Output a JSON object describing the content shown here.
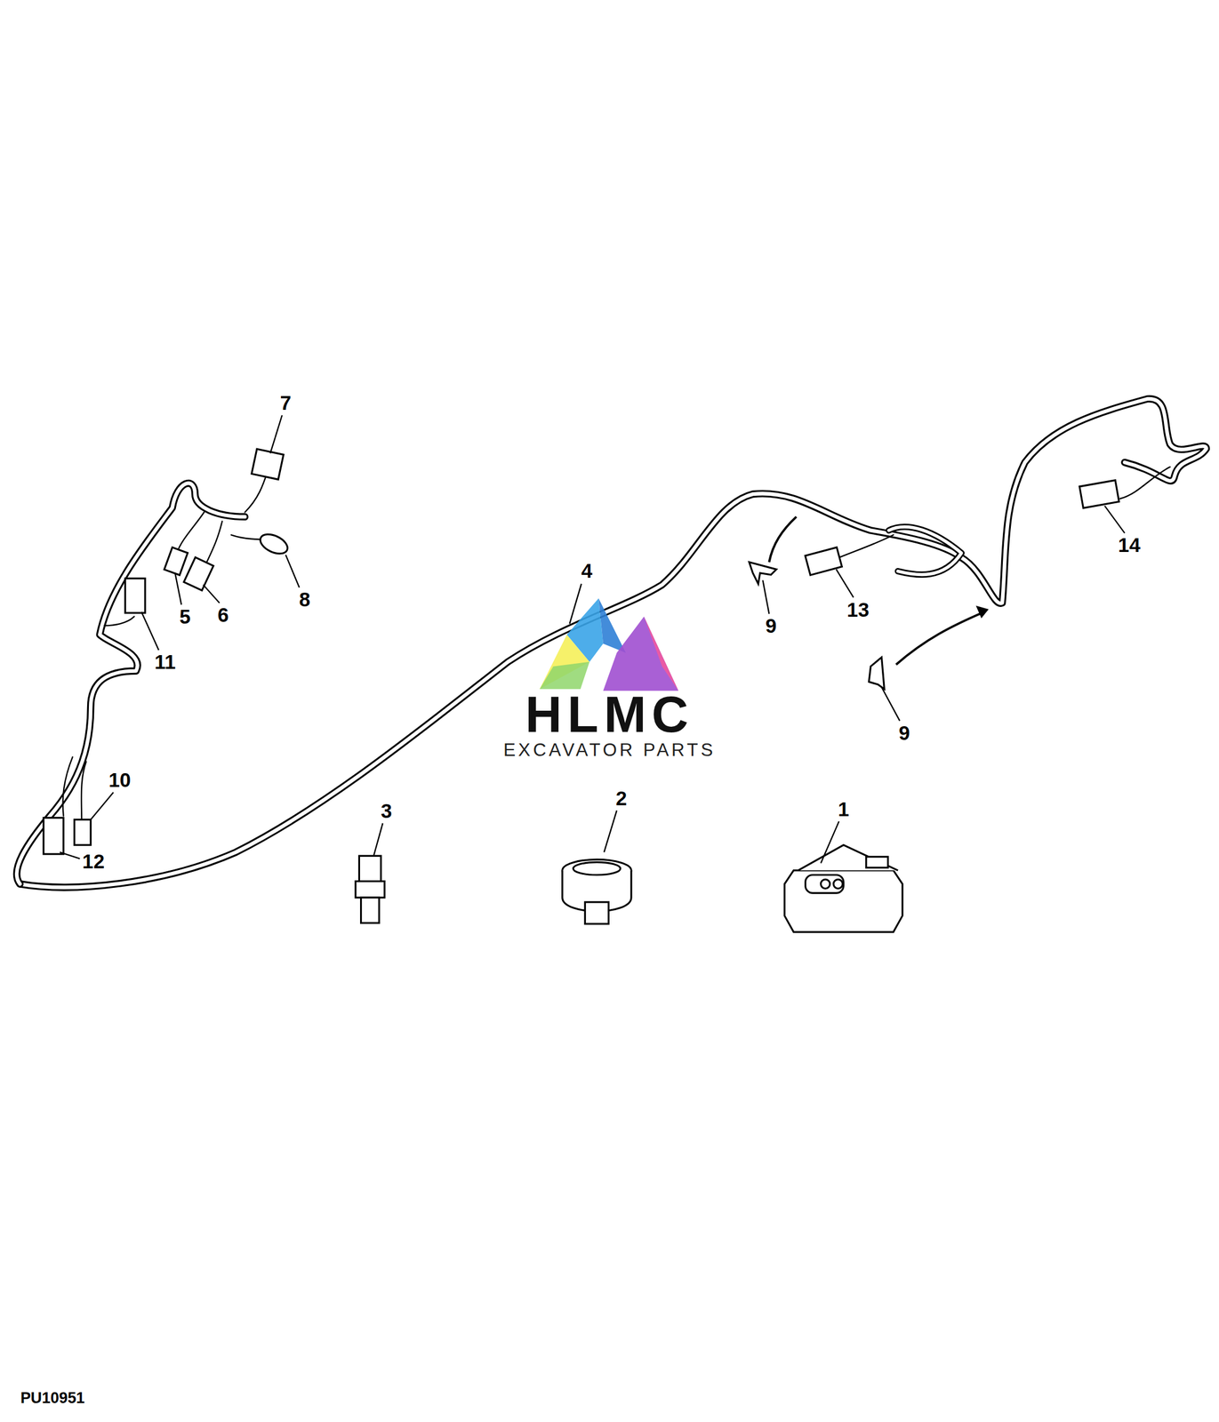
{
  "diagram": {
    "labels": [
      "7",
      "5",
      "6",
      "8",
      "11",
      "4",
      "9",
      "13",
      "14",
      "9",
      "10",
      "12",
      "3",
      "2",
      "1",
      "HLMC",
      "EXCAVATOR PARTS",
      "PU10951"
    ]
  }
}
